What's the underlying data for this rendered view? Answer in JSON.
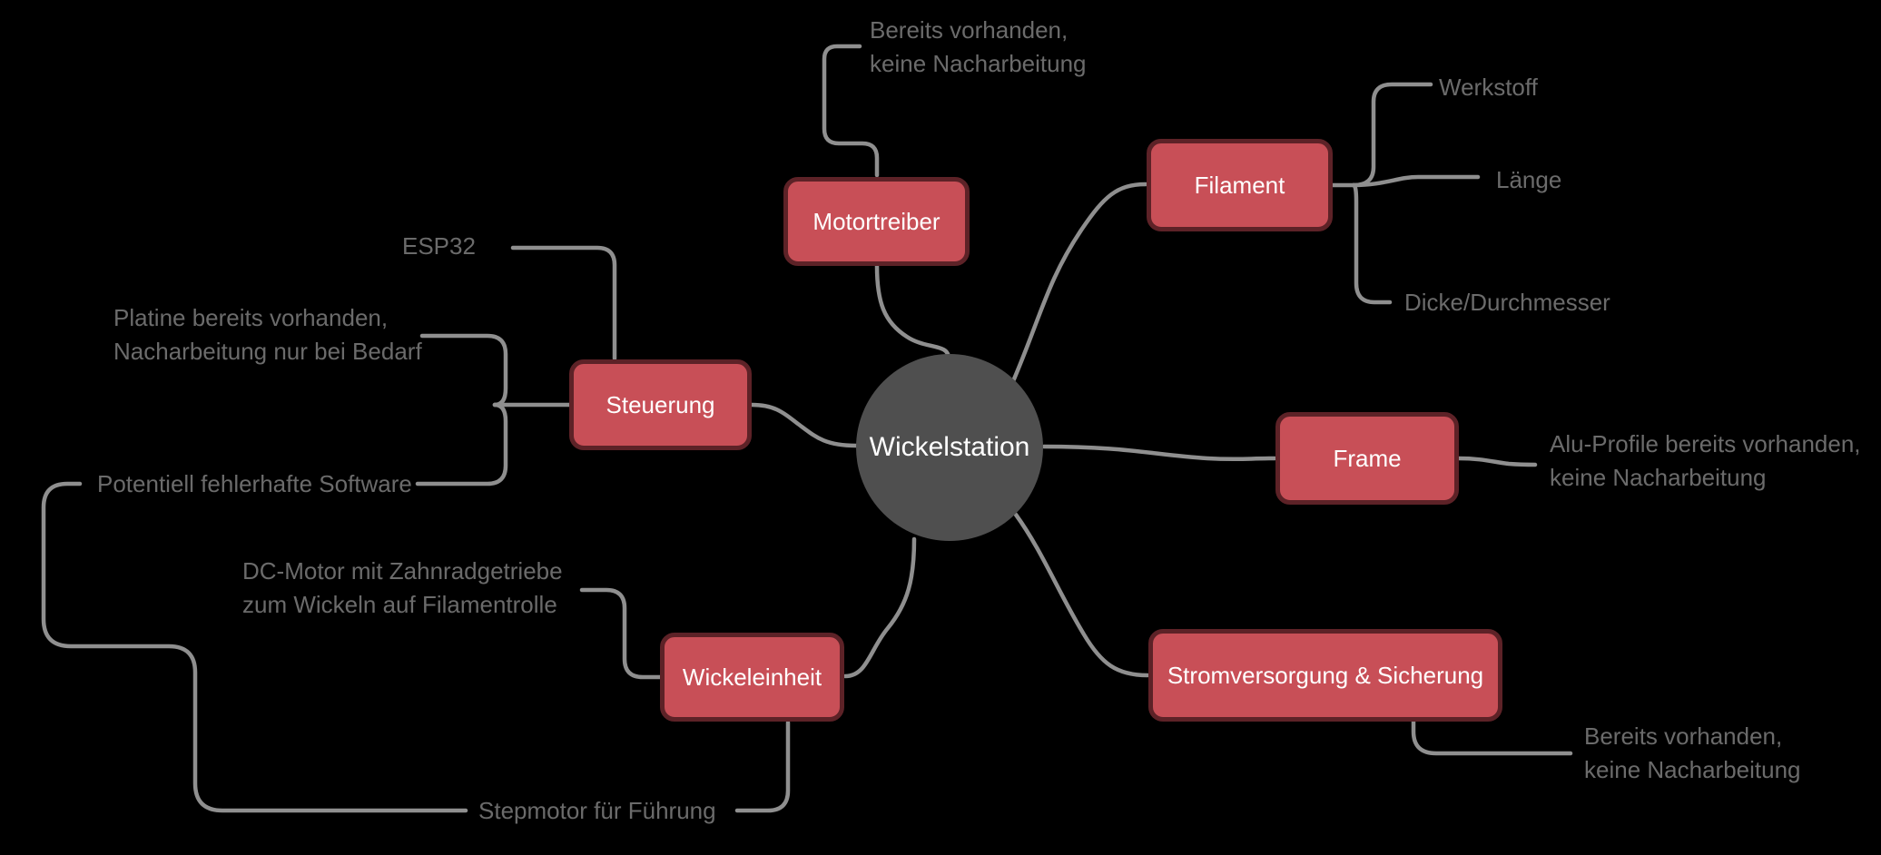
{
  "diagram": {
    "title": "Wickelstation mindmap",
    "colors": {
      "background": "#000000",
      "branch_fill": "#c84f57",
      "branch_border": "#5d2227",
      "branch_text": "#ffffff",
      "center_fill": "#4f4f4f",
      "center_text": "#ffffff",
      "edge": "#8f8f8f",
      "leaf_text": "#6b6b6b"
    },
    "center": {
      "label": "Wickelstation"
    },
    "nodes": [
      {
        "label": "Motortreiber",
        "leaves": [
          "Bereits vorhanden,\nkeine Nacharbeitung"
        ]
      },
      {
        "label": "Filament",
        "leaves": [
          "Werkstoff",
          "Länge",
          "Dicke/Durchmesser"
        ]
      },
      {
        "label": "Frame",
        "leaves": [
          "Alu-Profile bereits vorhanden,\nkeine Nacharbeitung"
        ]
      },
      {
        "label": "Stromversorgung & Sicherung",
        "leaves": [
          "Bereits vorhanden,\nkeine Nacharbeitung"
        ]
      },
      {
        "label": "Wickeleinheit",
        "leaves": [
          "DC-Motor mit Zahnradgetriebe\nzum Wickeln auf Filamentrolle",
          "Stepmotor für Führung"
        ]
      },
      {
        "label": "Steuerung",
        "leaves": [
          "ESP32",
          "Platine bereits vorhanden,\nNacharbeitung nur bei Bedarf",
          "Potentiell fehlerhafte Software"
        ]
      }
    ]
  }
}
